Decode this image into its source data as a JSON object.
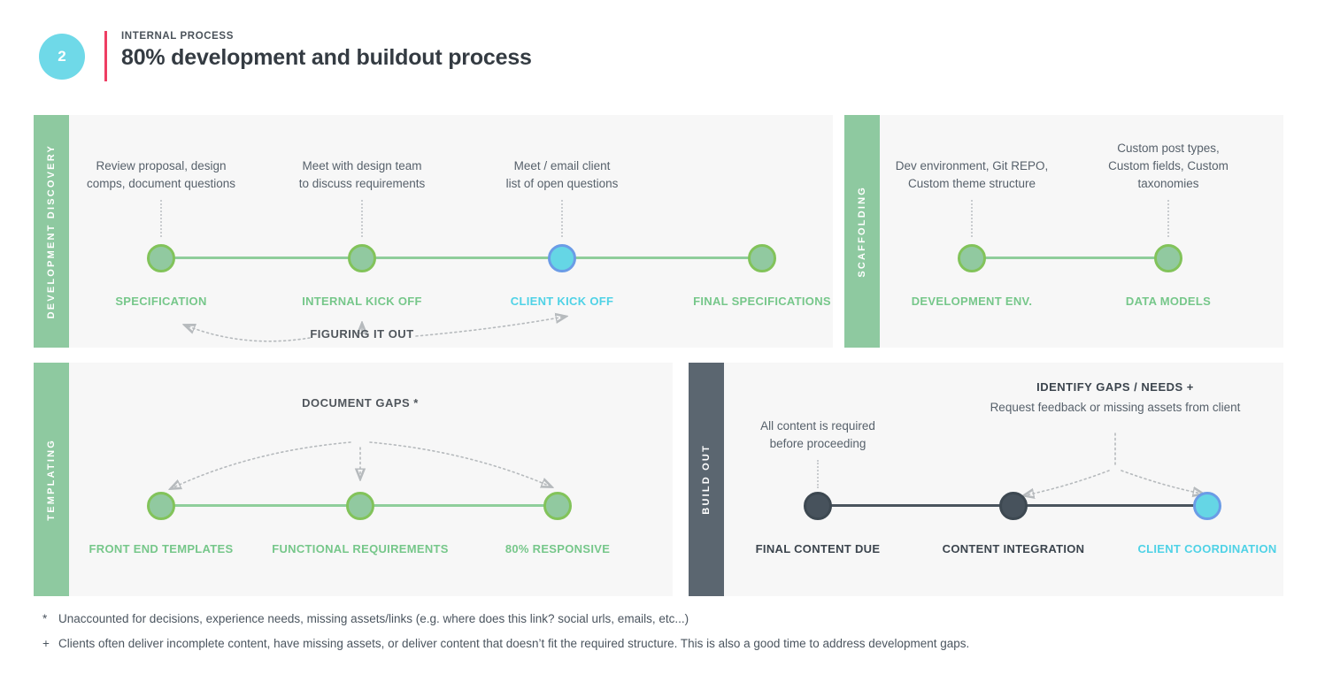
{
  "palette": {
    "page_bg": "#ffffff",
    "panel_bg": "#f7f7f7",
    "green_sidebar": "#8ec9a0",
    "green_node_fill": "#91c9a0",
    "green_node_border": "#82c35a",
    "green_line": "#8fce9b",
    "green_label": "#76c78a",
    "cyan_node_fill": "#65d6e5",
    "cyan_node_border": "#6b9ce6",
    "cyan_label": "#4fd2e6",
    "slate_sidebar": "#5b6670",
    "slate_node": "#47525c",
    "slate_line": "#4a545e",
    "dark_label": "#3c454e",
    "note_text": "#57616b",
    "arrow_gray": "#b6babd",
    "pink_rule": "#ee3e63",
    "step_circle_cyan": "#6fd9e8"
  },
  "header": {
    "step_number": "2",
    "eyebrow": "INTERNAL PROCESS",
    "title": "80% development and buildout process"
  },
  "panels": {
    "discovery": {
      "sidebar": "DEVELOPMENT DISCOVERY",
      "nodes": [
        {
          "label": "SPECIFICATION",
          "note": "Review proposal, design\ncomps, document questions"
        },
        {
          "label": "INTERNAL KICK OFF",
          "note": "Meet with design team\nto discuss requirements"
        },
        {
          "label": "CLIENT KICK OFF",
          "note": "Meet / email client\nlist of open questions"
        },
        {
          "label": "FINAL SPECIFICATIONS"
        }
      ],
      "callout": "FIGURING IT OUT"
    },
    "scaffolding": {
      "sidebar": "SCAFFOLDING",
      "nodes": [
        {
          "label": "DEVELOPMENT ENV.",
          "note": "Dev environment, Git REPO,\nCustom theme structure"
        },
        {
          "label": "DATA MODELS",
          "note": "Custom post types,\nCustom fields, Custom\ntaxonomies"
        }
      ]
    },
    "templating": {
      "sidebar": "TEMPLATING",
      "nodes": [
        {
          "label": "FRONT END TEMPLATES"
        },
        {
          "label": "FUNCTIONAL REQUIREMENTS"
        },
        {
          "label": "80% RESPONSIVE"
        }
      ],
      "callout": "DOCUMENT GAPS *"
    },
    "buildout": {
      "sidebar": "BUILD OUT",
      "nodes": [
        {
          "label": "FINAL CONTENT DUE",
          "note": "All content is required\nbefore proceeding"
        },
        {
          "label": "CONTENT INTEGRATION"
        },
        {
          "label": "CLIENT COORDINATION"
        }
      ],
      "callout_title": "IDENTIFY GAPS / NEEDS +",
      "callout_subtitle": "Request feedback or missing assets from client"
    }
  },
  "footnotes": [
    {
      "marker": "*",
      "text": "Unaccounted for decisions, experience needs, missing assets/links (e.g. where does this link? social urls, emails, etc...)"
    },
    {
      "marker": "+",
      "text": "Clients often deliver incomplete content, have missing assets, or deliver content that doesn’t fit the required structure. This is also a good time to address development gaps."
    }
  ]
}
